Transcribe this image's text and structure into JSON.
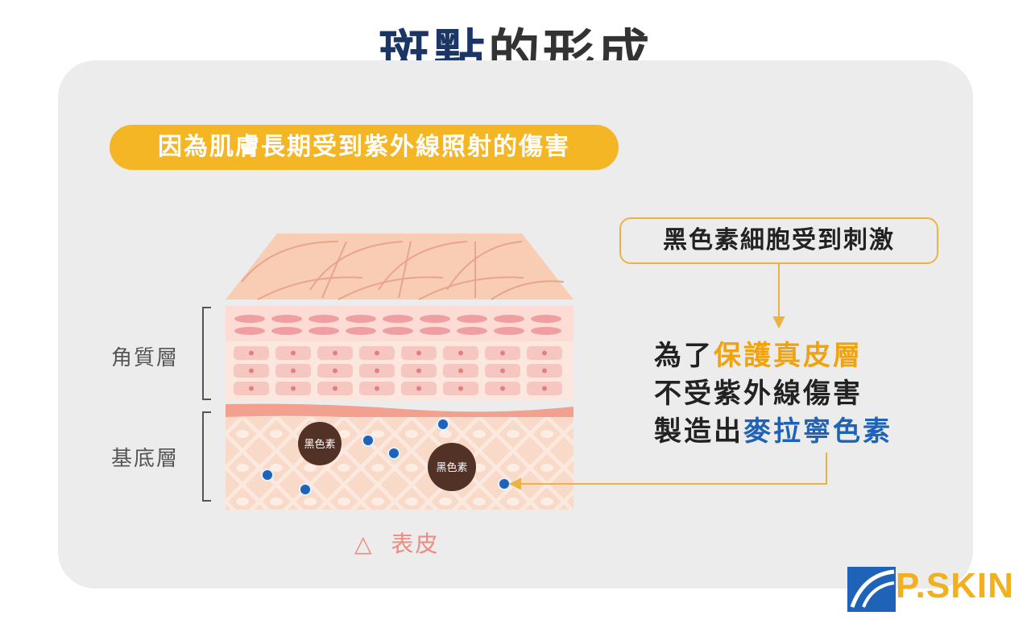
{
  "title": {
    "part1": "斑點",
    "part2": "的形成"
  },
  "subtitle": "因為肌膚長期受到紫外線照射的傷害",
  "callout": "黑色素細胞受到刺激",
  "layers": {
    "stratum": "角質層",
    "basal": "基底層"
  },
  "melanocyte_label": "黑色素",
  "explanation": {
    "line1_prefix": "為了",
    "line1_highlight": "保護真皮層",
    "line2": "不受紫外線傷害",
    "line3_prefix": "製造出",
    "line3_highlight": "麥拉寧色素"
  },
  "caption": {
    "symbol": "△",
    "text": "表皮"
  },
  "logo": "P.SKIN",
  "colors": {
    "accent": "#f5b626",
    "blue": "#1e63b8",
    "navy": "#1b3566",
    "salmon": "#ee8a7f"
  }
}
